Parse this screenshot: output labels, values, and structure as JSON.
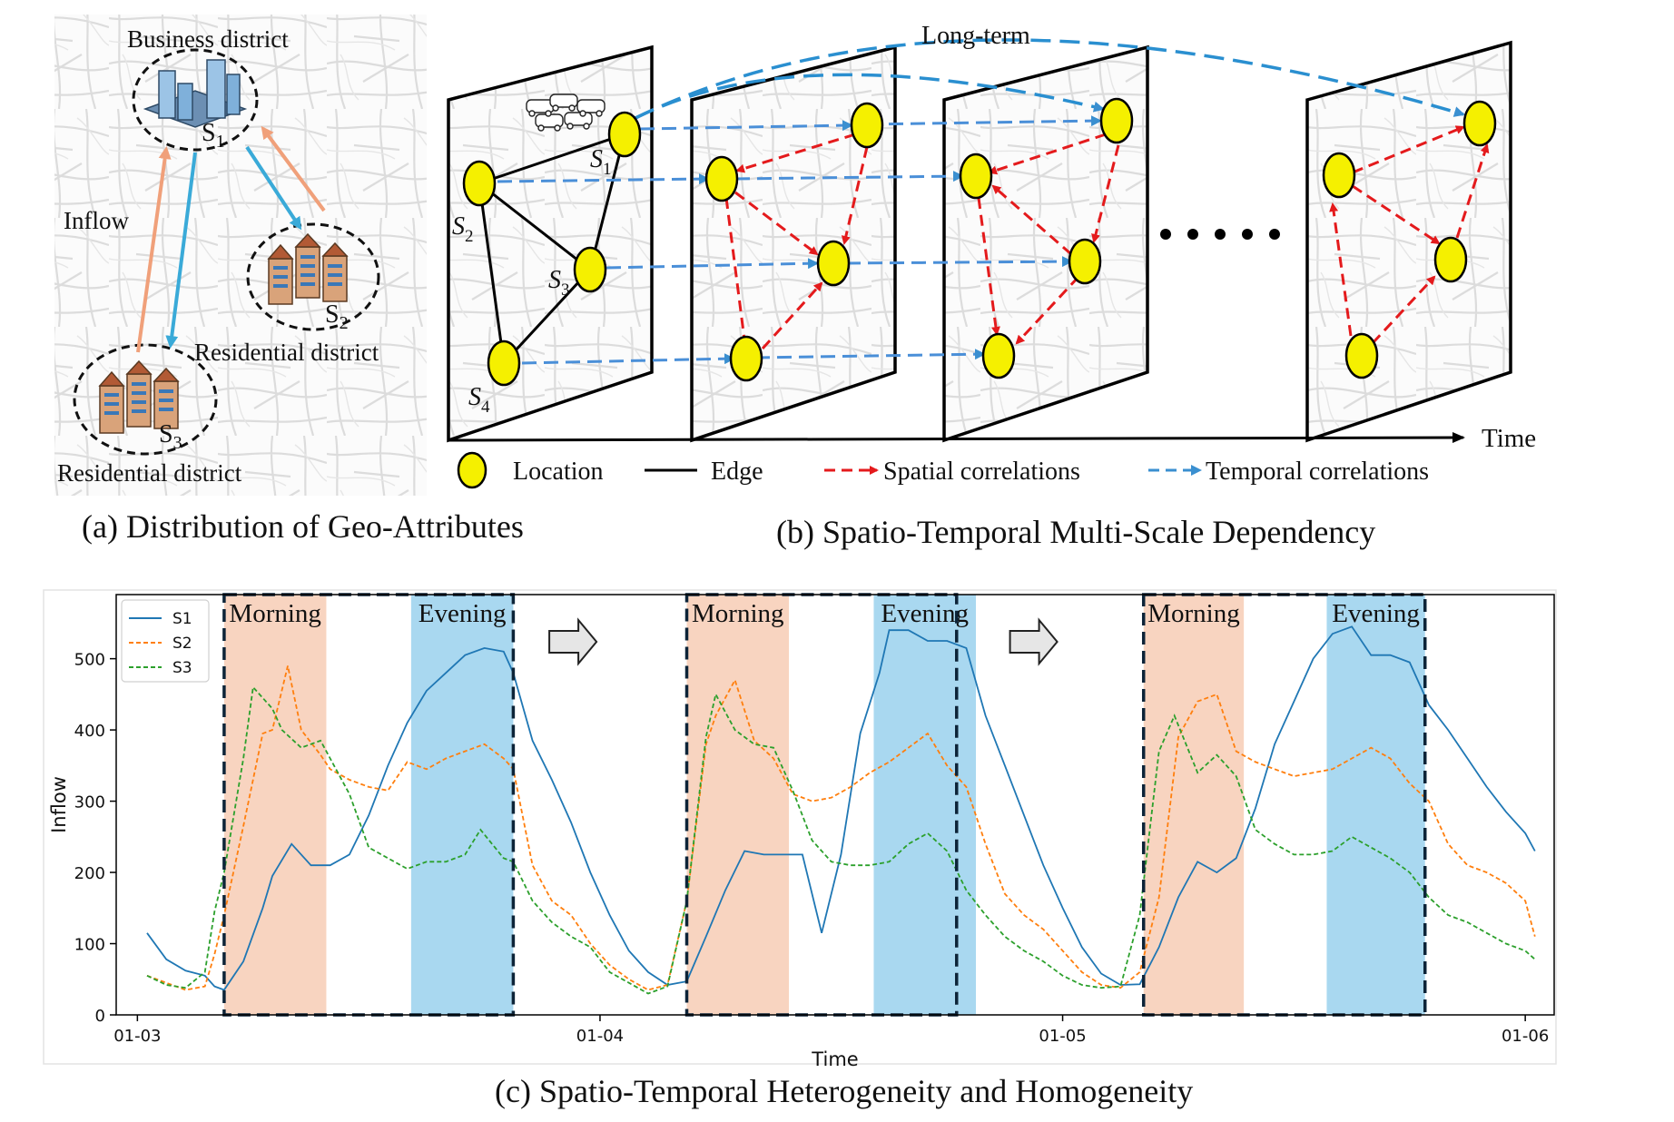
{
  "panel_a": {
    "business_label": "Business district",
    "residential_label_2": "Residential district",
    "residential_label_3": "Residential district",
    "inflow_label": "Inflow",
    "nodes": [
      "S",
      "S",
      "S"
    ],
    "subs": [
      "1",
      "2",
      "3"
    ],
    "caption": "(a) Distribution of Geo-Attributes"
  },
  "panel_b": {
    "long_term_label": "Long-term",
    "node_labels": [
      "S",
      "S",
      "S",
      "S"
    ],
    "node_subs": [
      "1",
      "2",
      "3",
      "4"
    ],
    "time_label": "Time",
    "legend": {
      "location": "Location",
      "edge": "Edge",
      "spatial": "Spatial correlations",
      "temporal": "Temporal correlations"
    },
    "colors": {
      "node": "#f5f000",
      "spatial": "#e41a1c",
      "temporal": "#3a8fd0",
      "edge": "#000000"
    },
    "caption": "(b) Spatio-Temporal Multi-Scale Dependency"
  },
  "panel_c": {
    "caption": "(c) Spatio-Temporal Heterogeneity and Homogeneity",
    "band_labels": [
      "Morning",
      "Evening",
      "Morning",
      "Evening",
      "Morning",
      "Evening"
    ],
    "band_colors": {
      "morning": "#f8d4c0",
      "evening": "#a9d8f0"
    },
    "chart_data": {
      "type": "line",
      "xlabel": "Time",
      "ylabel": "Inflow",
      "x_ticks": [
        "01-03",
        "01-04",
        "01-05",
        "01-06"
      ],
      "y_ticks": [
        "0",
        "100",
        "200",
        "300",
        "400",
        "500"
      ],
      "ylim": [
        0,
        590
      ],
      "xlim_hours": [
        -1.1,
        73.5
      ],
      "legend_position": "top-left",
      "grid": false,
      "bands": [
        {
          "label": "Morning",
          "start_hour": 4.5,
          "end_hour": 9.8
        },
        {
          "label": "Evening",
          "start_hour": 14.2,
          "end_hour": 19.5
        },
        {
          "label": "Morning",
          "start_hour": 28.5,
          "end_hour": 33.8
        },
        {
          "label": "Evening",
          "start_hour": 38.2,
          "end_hour": 43.5
        },
        {
          "label": "Morning",
          "start_hour": 52.2,
          "end_hour": 57.4
        },
        {
          "label": "Evening",
          "start_hour": 61.7,
          "end_hour": 66.8
        }
      ],
      "boxes": [
        {
          "start_hour": 4.5,
          "end_hour": 19.5
        },
        {
          "start_hour": 28.5,
          "end_hour": 42.5
        },
        {
          "start_hour": 52.2,
          "end_hour": 66.8
        }
      ],
      "arrow_hours": [
        22.5,
        46.4
      ],
      "series": [
        {
          "name": "S1",
          "color": "#1f77b4",
          "dash": "",
          "points": [
            [
              0.5,
              115
            ],
            [
              1.5,
              78
            ],
            [
              2.5,
              62
            ],
            [
              3.5,
              55
            ],
            [
              4.0,
              40
            ],
            [
              4.5,
              35
            ],
            [
              5.5,
              75
            ],
            [
              6.5,
              150
            ],
            [
              7.0,
              195
            ],
            [
              8.0,
              240
            ],
            [
              9.0,
              210
            ],
            [
              10.0,
              210
            ],
            [
              11.0,
              225
            ],
            [
              12.0,
              280
            ],
            [
              13.0,
              350
            ],
            [
              14.0,
              410
            ],
            [
              15.0,
              455
            ],
            [
              16.0,
              480
            ],
            [
              17.0,
              505
            ],
            [
              18.0,
              515
            ],
            [
              19.0,
              510
            ],
            [
              19.5,
              480
            ],
            [
              20.5,
              385
            ],
            [
              21.5,
              330
            ],
            [
              22.5,
              270
            ],
            [
              23.5,
              200
            ],
            [
              24.5,
              140
            ],
            [
              25.5,
              90
            ],
            [
              26.5,
              60
            ],
            [
              27.5,
              42
            ],
            [
              28.5,
              47
            ],
            [
              29.5,
              110
            ],
            [
              30.5,
              175
            ],
            [
              31.5,
              230
            ],
            [
              32.5,
              225
            ],
            [
              33.5,
              225
            ],
            [
              34.5,
              225
            ],
            [
              35.5,
              115
            ],
            [
              36.5,
              225
            ],
            [
              37.5,
              395
            ],
            [
              38.5,
              480
            ],
            [
              39.0,
              540
            ],
            [
              40.0,
              540
            ],
            [
              41.0,
              525
            ],
            [
              42.0,
              525
            ],
            [
              43.0,
              515
            ],
            [
              44.0,
              420
            ],
            [
              45.0,
              350
            ],
            [
              46.0,
              280
            ],
            [
              47.0,
              210
            ],
            [
              48.0,
              150
            ],
            [
              49.0,
              95
            ],
            [
              50.0,
              58
            ],
            [
              51.0,
              42
            ],
            [
              52.0,
              43
            ],
            [
              53.0,
              95
            ],
            [
              54.0,
              165
            ],
            [
              55.0,
              215
            ],
            [
              56.0,
              200
            ],
            [
              57.0,
              220
            ],
            [
              58.0,
              290
            ],
            [
              59.0,
              380
            ],
            [
              60.0,
              440
            ],
            [
              61.0,
              500
            ],
            [
              62.0,
              535
            ],
            [
              63.0,
              545
            ],
            [
              64.0,
              505
            ],
            [
              65.0,
              505
            ],
            [
              66.0,
              495
            ],
            [
              67.0,
              435
            ],
            [
              68.0,
              400
            ],
            [
              69.0,
              360
            ],
            [
              70.0,
              320
            ],
            [
              71.0,
              285
            ],
            [
              72.0,
              255
            ],
            [
              72.5,
              230
            ]
          ]
        },
        {
          "name": "S2",
          "color": "#ff7f0e",
          "dash": "5,3",
          "points": [
            [
              0.5,
              55
            ],
            [
              1.5,
              45
            ],
            [
              2.5,
              35
            ],
            [
              3.5,
              40
            ],
            [
              4.0,
              85
            ],
            [
              4.5,
              140
            ],
            [
              5.5,
              265
            ],
            [
              6.5,
              395
            ],
            [
              7.0,
              400
            ],
            [
              7.8,
              490
            ],
            [
              8.5,
              400
            ],
            [
              9.5,
              365
            ],
            [
              10.0,
              345
            ],
            [
              11.0,
              330
            ],
            [
              12.0,
              320
            ],
            [
              13.0,
              315
            ],
            [
              14.0,
              355
            ],
            [
              15.0,
              345
            ],
            [
              16.0,
              360
            ],
            [
              17.0,
              370
            ],
            [
              18.0,
              380
            ],
            [
              19.0,
              360
            ],
            [
              19.5,
              345
            ],
            [
              20.5,
              210
            ],
            [
              21.5,
              160
            ],
            [
              22.5,
              140
            ],
            [
              23.5,
              100
            ],
            [
              24.5,
              70
            ],
            [
              25.5,
              50
            ],
            [
              26.5,
              35
            ],
            [
              27.5,
              42
            ],
            [
              28.5,
              160
            ],
            [
              29.5,
              380
            ],
            [
              30.0,
              420
            ],
            [
              31.0,
              470
            ],
            [
              32.0,
              385
            ],
            [
              33.0,
              360
            ],
            [
              34.0,
              310
            ],
            [
              35.0,
              300
            ],
            [
              36.0,
              305
            ],
            [
              37.0,
              320
            ],
            [
              38.0,
              340
            ],
            [
              39.0,
              355
            ],
            [
              40.0,
              375
            ],
            [
              41.0,
              395
            ],
            [
              42.0,
              350
            ],
            [
              43.0,
              320
            ],
            [
              44.0,
              240
            ],
            [
              45.0,
              170
            ],
            [
              46.0,
              140
            ],
            [
              47.0,
              120
            ],
            [
              48.0,
              90
            ],
            [
              49.0,
              60
            ],
            [
              50.0,
              42
            ],
            [
              51.0,
              38
            ],
            [
              52.0,
              60
            ],
            [
              53.0,
              165
            ],
            [
              54.0,
              390
            ],
            [
              55.0,
              440
            ],
            [
              56.0,
              450
            ],
            [
              57.0,
              370
            ],
            [
              58.0,
              355
            ],
            [
              59.0,
              345
            ],
            [
              60.0,
              335
            ],
            [
              61.0,
              340
            ],
            [
              62.0,
              345
            ],
            [
              63.0,
              360
            ],
            [
              64.0,
              375
            ],
            [
              65.0,
              360
            ],
            [
              66.0,
              325
            ],
            [
              67.0,
              300
            ],
            [
              68.0,
              240
            ],
            [
              69.0,
              210
            ],
            [
              70.0,
              200
            ],
            [
              71.0,
              185
            ],
            [
              72.0,
              160
            ],
            [
              72.5,
              110
            ]
          ]
        },
        {
          "name": "S3",
          "color": "#2ca02c",
          "dash": "5,3",
          "points": [
            [
              0.5,
              55
            ],
            [
              1.5,
              42
            ],
            [
              2.5,
              38
            ],
            [
              3.5,
              60
            ],
            [
              4.0,
              145
            ],
            [
              4.5,
              200
            ],
            [
              5.5,
              360
            ],
            [
              6.0,
              460
            ],
            [
              7.0,
              430
            ],
            [
              7.5,
              400
            ],
            [
              8.5,
              375
            ],
            [
              9.5,
              385
            ],
            [
              10.0,
              360
            ],
            [
              11.0,
              310
            ],
            [
              12.0,
              235
            ],
            [
              13.0,
              220
            ],
            [
              14.0,
              205
            ],
            [
              15.0,
              215
            ],
            [
              16.0,
              215
            ],
            [
              17.0,
              225
            ],
            [
              17.8,
              260
            ],
            [
              19.0,
              220
            ],
            [
              19.5,
              215
            ],
            [
              20.5,
              160
            ],
            [
              21.5,
              130
            ],
            [
              22.5,
              110
            ],
            [
              23.5,
              95
            ],
            [
              24.5,
              60
            ],
            [
              25.5,
              45
            ],
            [
              26.5,
              30
            ],
            [
              27.5,
              40
            ],
            [
              28.5,
              160
            ],
            [
              29.5,
              390
            ],
            [
              30.0,
              450
            ],
            [
              31.0,
              400
            ],
            [
              32.0,
              380
            ],
            [
              33.0,
              375
            ],
            [
              34.0,
              315
            ],
            [
              35.0,
              245
            ],
            [
              36.0,
              215
            ],
            [
              37.0,
              210
            ],
            [
              38.0,
              210
            ],
            [
              39.0,
              215
            ],
            [
              40.0,
              240
            ],
            [
              41.0,
              255
            ],
            [
              42.0,
              230
            ],
            [
              43.0,
              175
            ],
            [
              44.0,
              140
            ],
            [
              45.0,
              110
            ],
            [
              46.0,
              90
            ],
            [
              47.0,
              75
            ],
            [
              48.0,
              55
            ],
            [
              49.0,
              42
            ],
            [
              50.0,
              38
            ],
            [
              51.0,
              40
            ],
            [
              52.0,
              140
            ],
            [
              53.0,
              370
            ],
            [
              53.8,
              420
            ],
            [
              55.0,
              340
            ],
            [
              56.0,
              365
            ],
            [
              57.0,
              335
            ],
            [
              58.0,
              260
            ],
            [
              59.0,
              240
            ],
            [
              60.0,
              225
            ],
            [
              61.0,
              225
            ],
            [
              62.0,
              230
            ],
            [
              63.0,
              250
            ],
            [
              64.0,
              235
            ],
            [
              65.0,
              220
            ],
            [
              66.0,
              200
            ],
            [
              67.0,
              165
            ],
            [
              68.0,
              140
            ],
            [
              69.0,
              130
            ],
            [
              70.0,
              115
            ],
            [
              71.0,
              100
            ],
            [
              72.0,
              90
            ],
            [
              72.5,
              78
            ]
          ]
        }
      ]
    }
  }
}
